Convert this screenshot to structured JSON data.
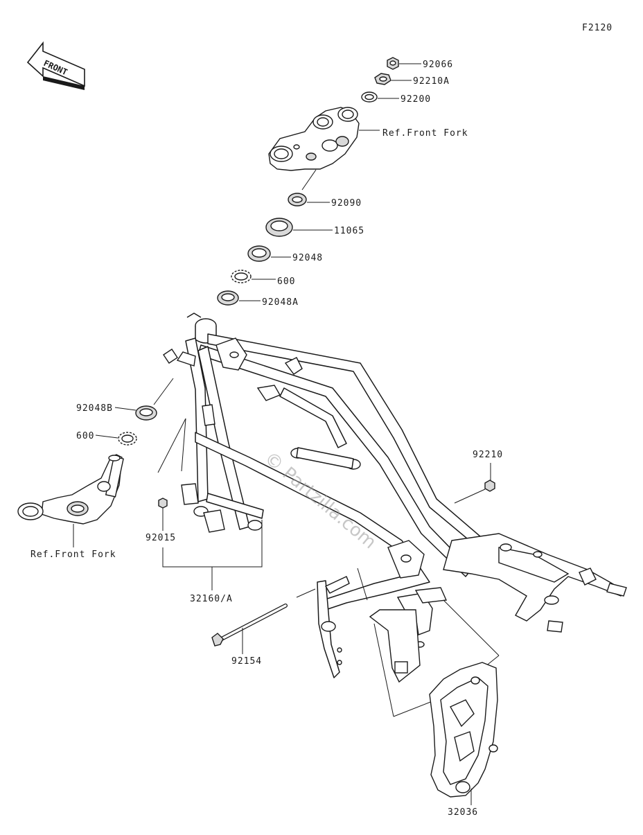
{
  "figure_code": "F2120",
  "front_arrow_label": "FRONT",
  "watermark": "© Partzilla.com",
  "callouts": {
    "p92066": "92066",
    "p92210a": "92210A",
    "p92200": "92200",
    "ref_front_fork_top": "Ref.Front Fork",
    "p92090": "92090",
    "p11065": "11065",
    "p92048": "92048",
    "p600_top": "600",
    "p92048a": "92048A",
    "p92048b": "92048B",
    "p600_left": "600",
    "p92210": "92210",
    "p92015": "92015",
    "ref_front_fork_bottom": "Ref.Front Fork",
    "p32160a": "32160/A",
    "p92154": "92154",
    "p32036": "32036"
  }
}
